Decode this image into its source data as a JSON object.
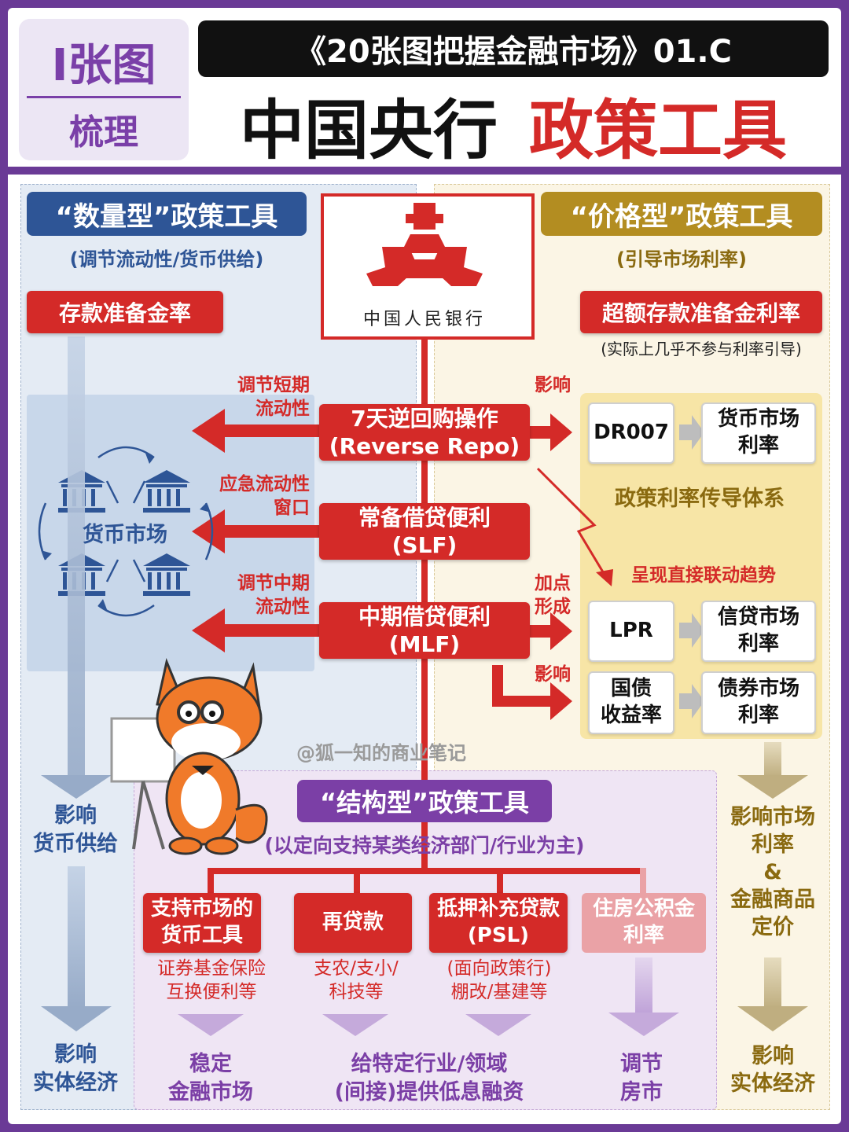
{
  "header": {
    "badge_top": "I张图",
    "badge_bottom": "梳理",
    "series": "《20张图把握金融市场》01.C",
    "title_black": "中国央行",
    "title_red": "政策工具"
  },
  "quantity": {
    "heading": "“数量型”政策工具",
    "subtitle": "(调节流动性/货币供给)",
    "tool": "存款准备金率",
    "money_market": "货币市场",
    "effect_supply": "影响\n货币供给",
    "effect_economy": "影响\n实体经济"
  },
  "price": {
    "heading": "“价格型”政策工具",
    "subtitle": "(引导市场利率)",
    "tool": "超额存款准备金利率",
    "tool_note": "(实际上几乎不参与利率引导)",
    "influence": "影响",
    "markup": "加点\n形成",
    "influence2": "影响",
    "dr007": "DR007",
    "money_rate": "货币市场\n利率",
    "system": "政策利率传导体系",
    "trend": "呈现直接联动趋势",
    "lpr": "LPR",
    "credit_rate": "信贷市场\n利率",
    "bond_yield": "国债\n收益率",
    "bond_rate": "债券市场\n利率",
    "effect_market": "影响市场\n利率\n&\n金融商品\n定价",
    "effect_economy": "影响\n实体经济"
  },
  "center": {
    "pboc_name": "中国人民银行",
    "reverse_repo": "7天逆回购操作\n(Reverse Repo)",
    "slf": "常备借贷便利\n(SLF)",
    "mlf": "中期借贷便利\n(MLF)",
    "label_short": "调节短期\n流动性",
    "label_emergency": "应急流动性\n窗口",
    "label_mid": "调节中期\n流动性"
  },
  "structural": {
    "heading": "“结构型”政策工具",
    "subtitle": "(以定向支持某类经济部门/行业为主)",
    "tools": [
      {
        "name": "支持市场的\n货币工具",
        "desc": "证券基金保险\n互换便利等"
      },
      {
        "name": "再贷款",
        "desc": "支农/支小/\n科技等"
      },
      {
        "name": "抵押补充贷款\n(PSL)",
        "desc": "(面向政策行)\n棚改/基建等"
      },
      {
        "name": "住房公积金\n利率",
        "desc": ""
      }
    ],
    "outcome_stable": "稳定\n金融市场",
    "outcome_finance": "给特定行业/领域\n(间接)提供低息融资",
    "outcome_housing": "调节\n房市"
  },
  "watermark": "@狐一知的商业笔记",
  "colors": {
    "purple": "#6a3a96",
    "red": "#d42a28",
    "blue": "#2e5596",
    "gold": "#b38d21",
    "struct_purple": "#7b3fa6"
  }
}
